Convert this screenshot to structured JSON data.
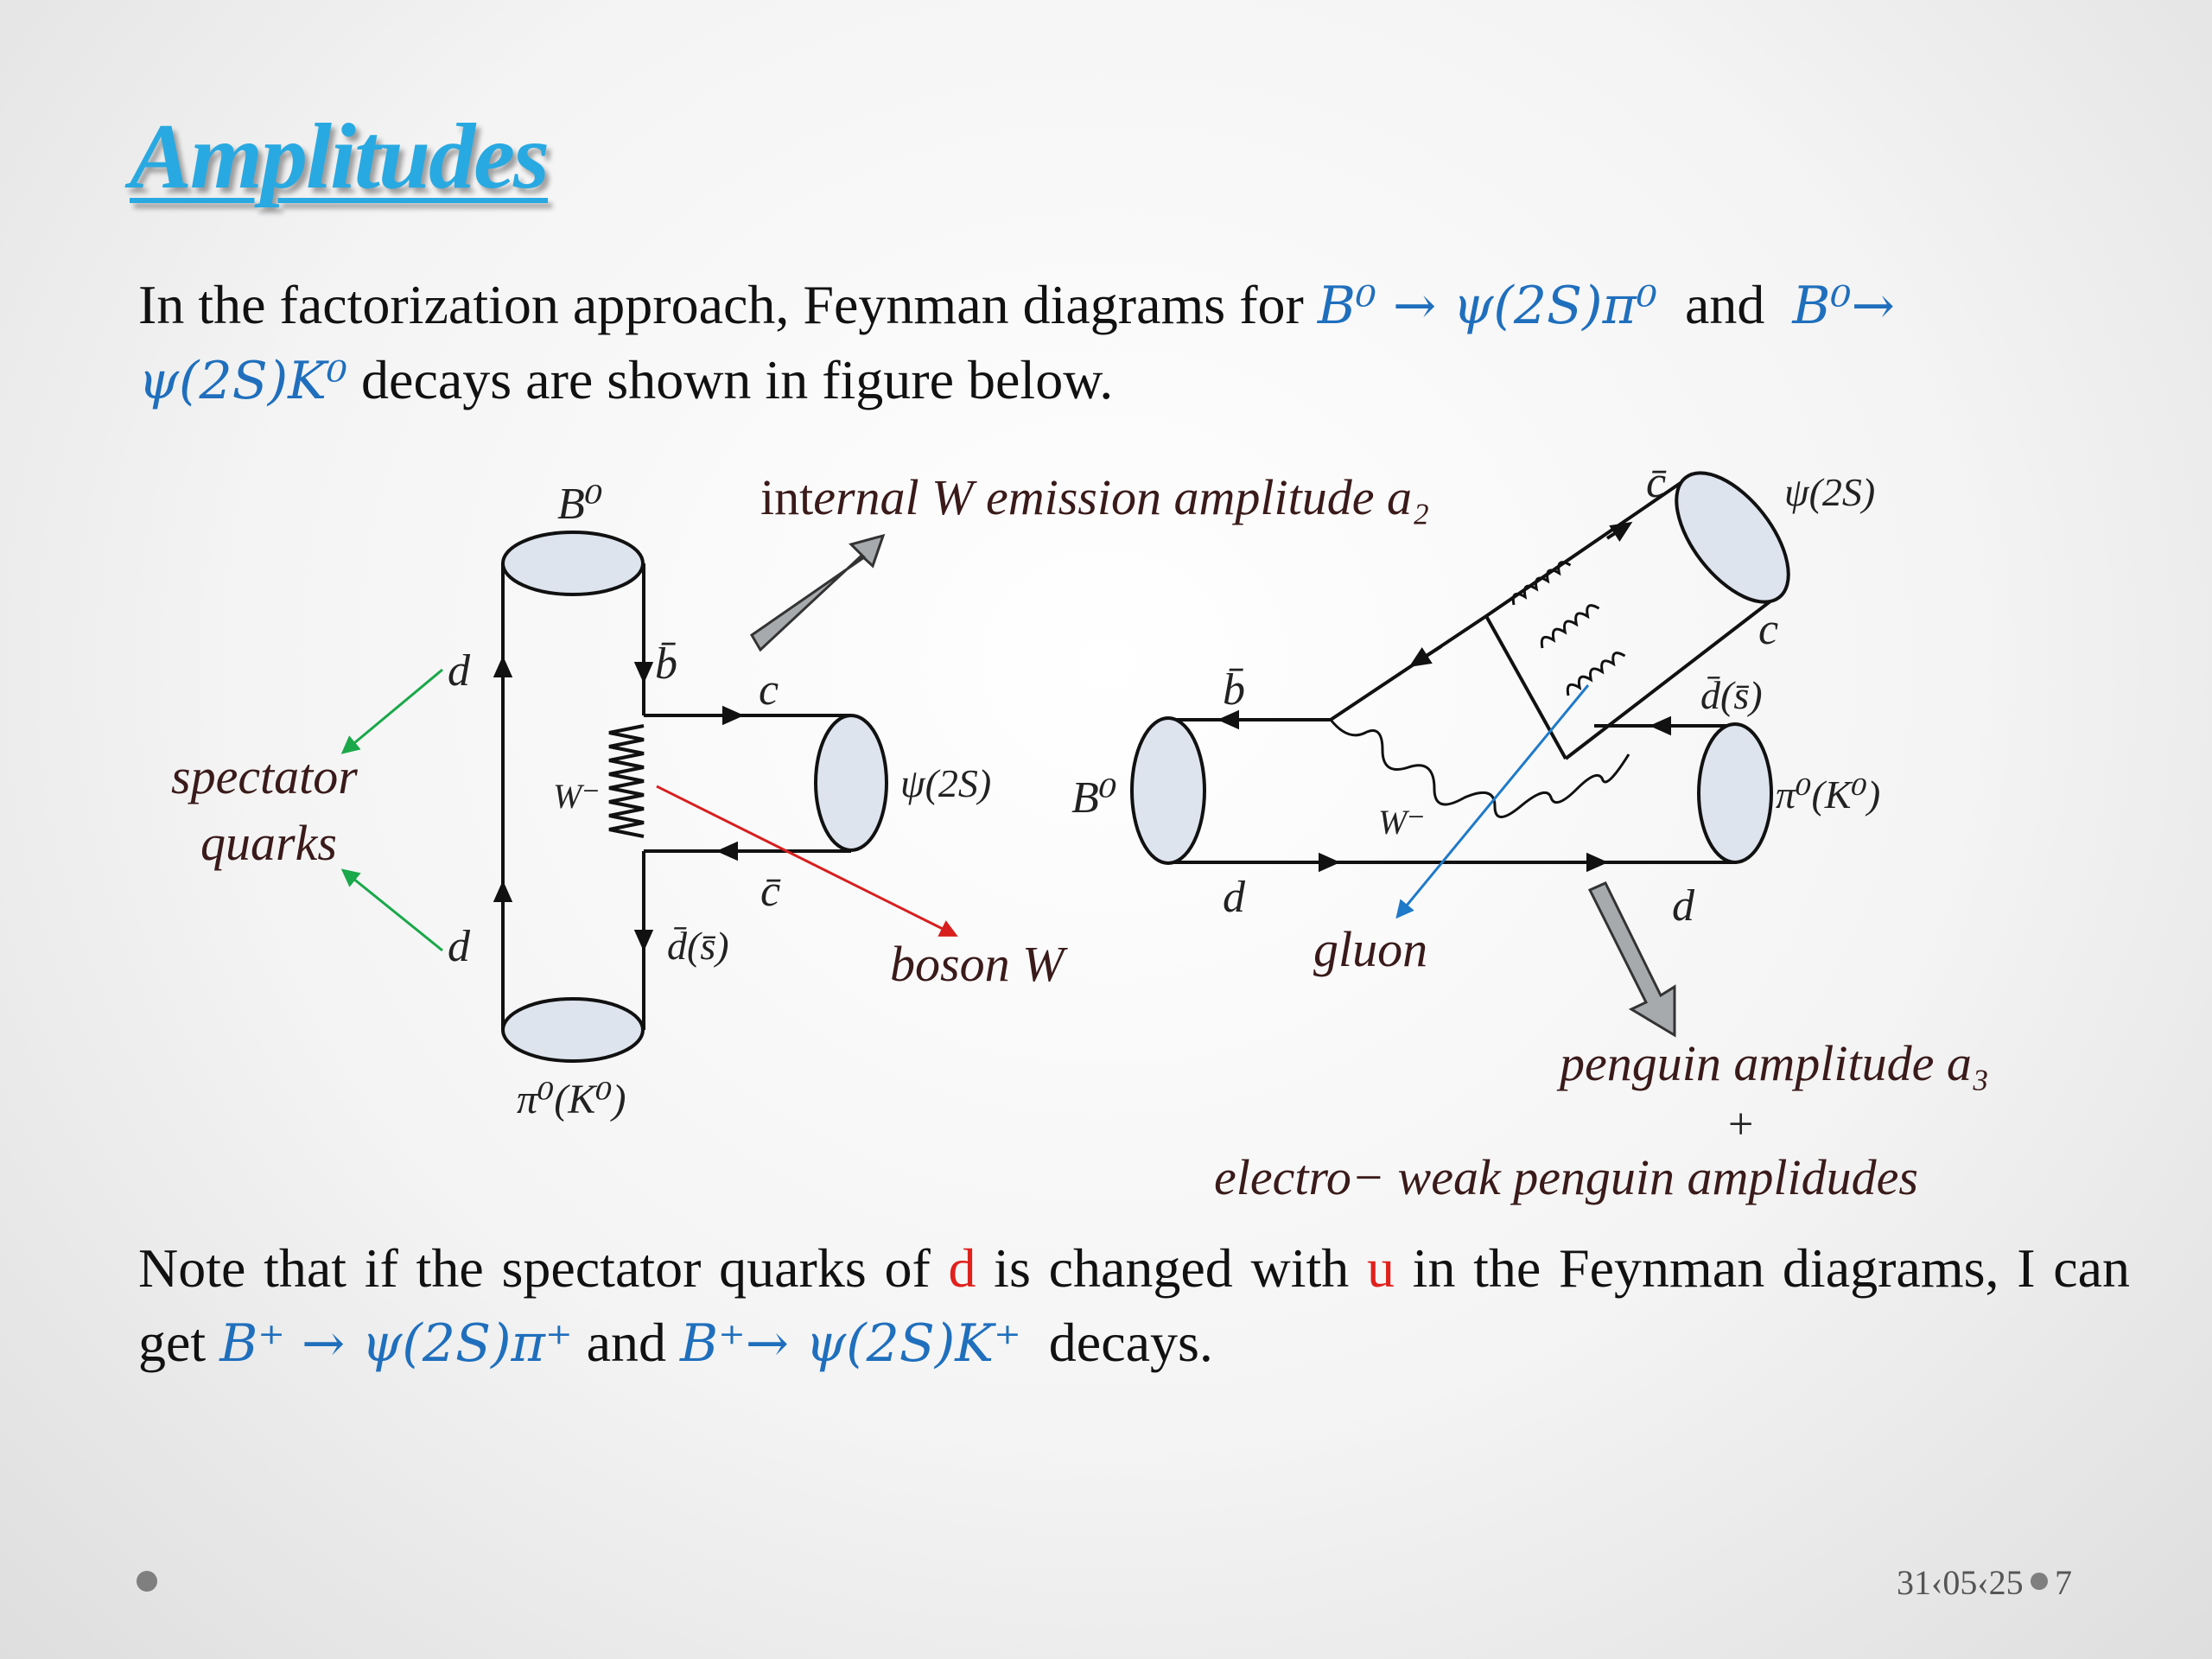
{
  "slide": {
    "title": "Amplitudes",
    "para1": {
      "text1": "In the factorization approach, Feynman diagrams for ",
      "math1": "B⁰ → ψ(2S)π⁰",
      "text2": "  and  ",
      "math2": "B⁰→",
      "math3": "ψ(2S)K⁰",
      "text3": " decays are shown in figure below."
    },
    "para2": {
      "text1": "Note that if the spectator quarks of ",
      "quark_d": "d",
      "text2": " is changed with ",
      "quark_u": "u",
      "text3": " in the Feynman diagrams, I can get ",
      "math1": "B⁺ → ψ(2S)π⁺",
      "text4": " and ",
      "math2": "B⁺→ ψ(2S)K⁺",
      "text5": "  decays."
    },
    "footer": {
      "date": "31‹05‹25",
      "page": "7"
    }
  },
  "diagram": {
    "left": {
      "top_label": "B⁰",
      "bottom_label": "π⁰(K⁰)",
      "q_bbar": "b̄",
      "q_c": "c",
      "q_cbar": "c̄",
      "q_dbar_sbar": "d̄(s̄)",
      "q_d_top": "d",
      "q_d_bottom": "d",
      "w_label": "W⁻",
      "psi_label": "ψ(2S)",
      "spectator_line1": "spectator",
      "spectator_line2": "quarks",
      "internal_prefix": "int",
      "internal_rest": "ernal W emission amplitude a₂",
      "boson_label": "boson W"
    },
    "right": {
      "b0_label": "B⁰",
      "q_bbar": "b̄",
      "q_d_left": "d",
      "q_d_right": "d",
      "w_label": "W⁻",
      "q_cbar": "c̄",
      "q_c": "c",
      "q_dbar_sbar": "d̄(s̄)",
      "psi_label": "ψ(2S)",
      "pi_label": "π⁰(K⁰)",
      "gluon_label": "gluon",
      "penguin_label": "penguin amplitude a₃",
      "plus": "+",
      "ew_prefix": "electro− weak ",
      "ew_rest": "penguin amplidudes"
    },
    "colors": {
      "spectator_arrow": "#1aa84a",
      "boson_arrow": "#d81e1e",
      "gluon_arrow": "#1f7ac9",
      "math_blue": "#1f6fbd",
      "title_blue": "#29a9e1"
    }
  }
}
